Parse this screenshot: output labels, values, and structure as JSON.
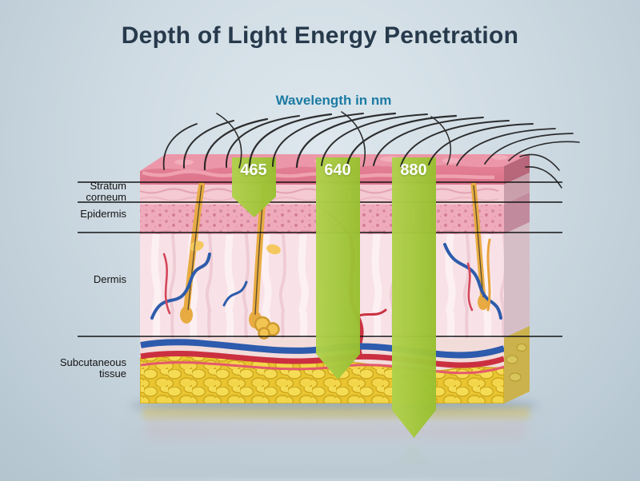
{
  "title": "Depth of Light Energy Penetration",
  "axis": {
    "label": "Wavelength in nm"
  },
  "wavelengths": [
    {
      "label": "465"
    },
    {
      "label": "640"
    },
    {
      "label": "880"
    }
  ],
  "layers": [
    {
      "label": "Stratum\ncorneum"
    },
    {
      "label": "Epidermis"
    },
    {
      "label": "Dermis"
    },
    {
      "label": "Subcutaneous\ntissue"
    }
  ],
  "colors": {
    "title_text": "#273a4c",
    "axis_text": "#1c7ba3",
    "arrow_green": "#a3c83a",
    "background": "#cfdbe3",
    "boundary_line": "#141414"
  }
}
